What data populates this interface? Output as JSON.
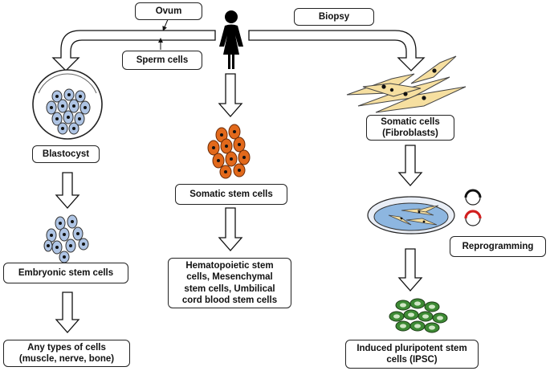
{
  "labels": {
    "ovum": "Ovum",
    "sperm": "Sperm cells",
    "biopsy": "Biopsy",
    "blastocyst": "Blastocyst",
    "embryonic": "Embryonic stem cells",
    "any_types": "Any types of cells\n(muscle, nerve, bone)",
    "somatic_stem": "Somatic stem cells",
    "somatic_examples": "Hematopoietic stem\ncells, Mesenchymal\nstem cells, Umbilical\ncord blood stem cells",
    "somatic_cells": "Somatic cells\n(Fibroblasts)",
    "reprogramming": "Reprogramming",
    "ipsc": "Induced pluripotent stem\ncells (IPSC)"
  },
  "colors": {
    "embryonic_cell": "#aec4e4",
    "somatic_stem_cell": "#e2691b",
    "fibroblast": "#f6dfa0",
    "dish": "#8db6e0",
    "ipsc_cell": "#3d8a34",
    "plasmid_red": "#d21f1f"
  },
  "icons": [
    "person-icon",
    "blastocyst-icon",
    "fibroblast-icon",
    "petri-dish-icon",
    "plasmid-icon"
  ]
}
